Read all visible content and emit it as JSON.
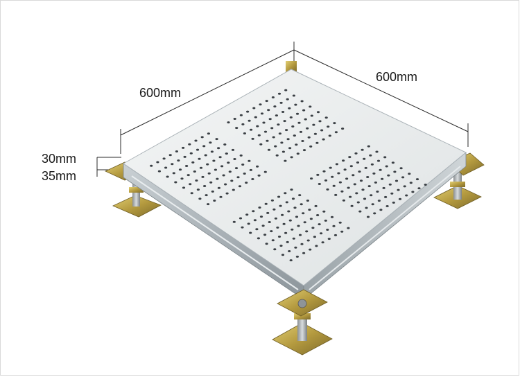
{
  "product": {
    "labels": {
      "width_left": "600mm",
      "width_right": "600mm",
      "height_top": "30mm",
      "height_bottom": "35mm"
    },
    "colors": {
      "panel_top": "#e9ecec",
      "perforation": "#3a3f44",
      "frame_edge": "#b6bec4",
      "pedestal_brass": "#b8a24a"
    }
  }
}
